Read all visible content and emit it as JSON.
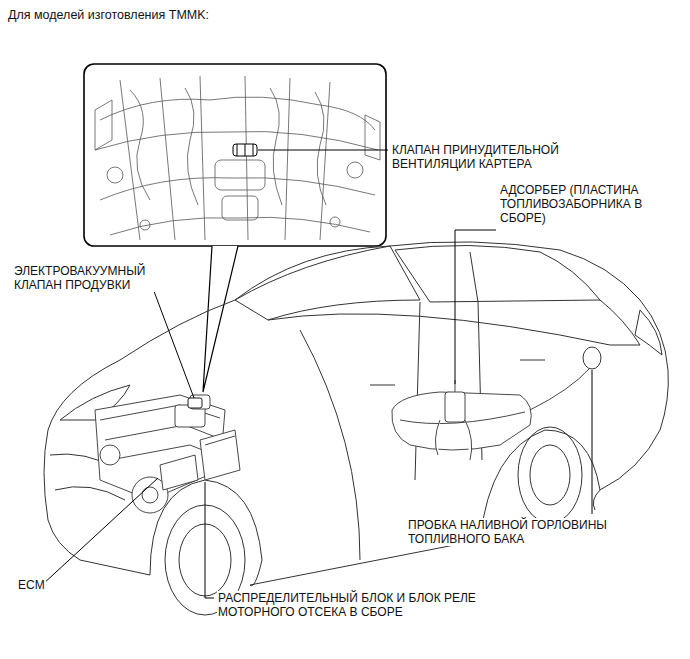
{
  "diagram": {
    "title": "Для моделей изготовления TMMK:",
    "labels": [
      "КЛАПАН ПРИНУДИТЕЛЬНОЙ ВЕНТИЛЯЦИИ КАРТЕРА",
      "АДСОРБЕР (ПЛАСТИНА ТОПЛИВОЗАБОРНИКА В СБОРЕ)",
      "ЭЛЕКТРОВАКУУМНЫЙ КЛАПАН ПРОДУВКИ",
      "ПРОБКА НАЛИВНОЙ ГОРЛОВИНЫ ТОПЛИВНОГО БАКА",
      "ECM",
      "РАСПРЕДЕЛИТЕЛЬНЫЙ БЛОК И БЛОК РЕЛЕ МОТОРНОГО ОТСЕКА В СБОРЕ"
    ]
  }
}
